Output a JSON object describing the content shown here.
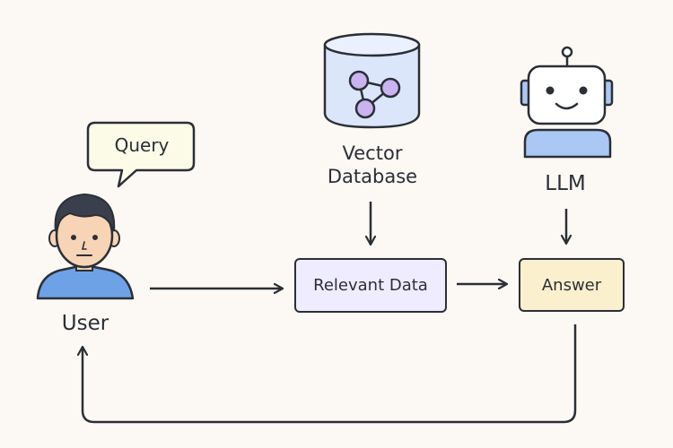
{
  "nodes": {
    "user": {
      "label": "User"
    },
    "query": {
      "label": "Query"
    },
    "vector_db": {
      "label_line1": "Vector",
      "label_line2": "Database"
    },
    "llm": {
      "label": "LLM"
    },
    "relevant_data": {
      "label": "Relevant Data"
    },
    "answer": {
      "label": "Answer"
    }
  },
  "edges": [
    {
      "from": "user",
      "to": "relevant_data"
    },
    {
      "from": "vector_db",
      "to": "relevant_data"
    },
    {
      "from": "relevant_data",
      "to": "answer"
    },
    {
      "from": "llm",
      "to": "answer"
    },
    {
      "from": "answer",
      "to": "user"
    }
  ],
  "colors": {
    "background": "#fcf8f4",
    "stroke": "#2b2f36",
    "relevant_data_fill": "#efecff",
    "answer_fill": "#fbf0cd",
    "query_bubble_fill": "#fbfbe8",
    "database_fill": "#dbe6fb",
    "node_purple": "#c9b3f1",
    "robot_body": "#a9c8f3",
    "user_shirt": "#6ea2e6",
    "user_hair": "#3a3f4d",
    "user_skin": "#f7d4b6"
  },
  "icons": {
    "user": "person-avatar-icon",
    "database": "vector-database-icon",
    "llm": "robot-icon"
  }
}
